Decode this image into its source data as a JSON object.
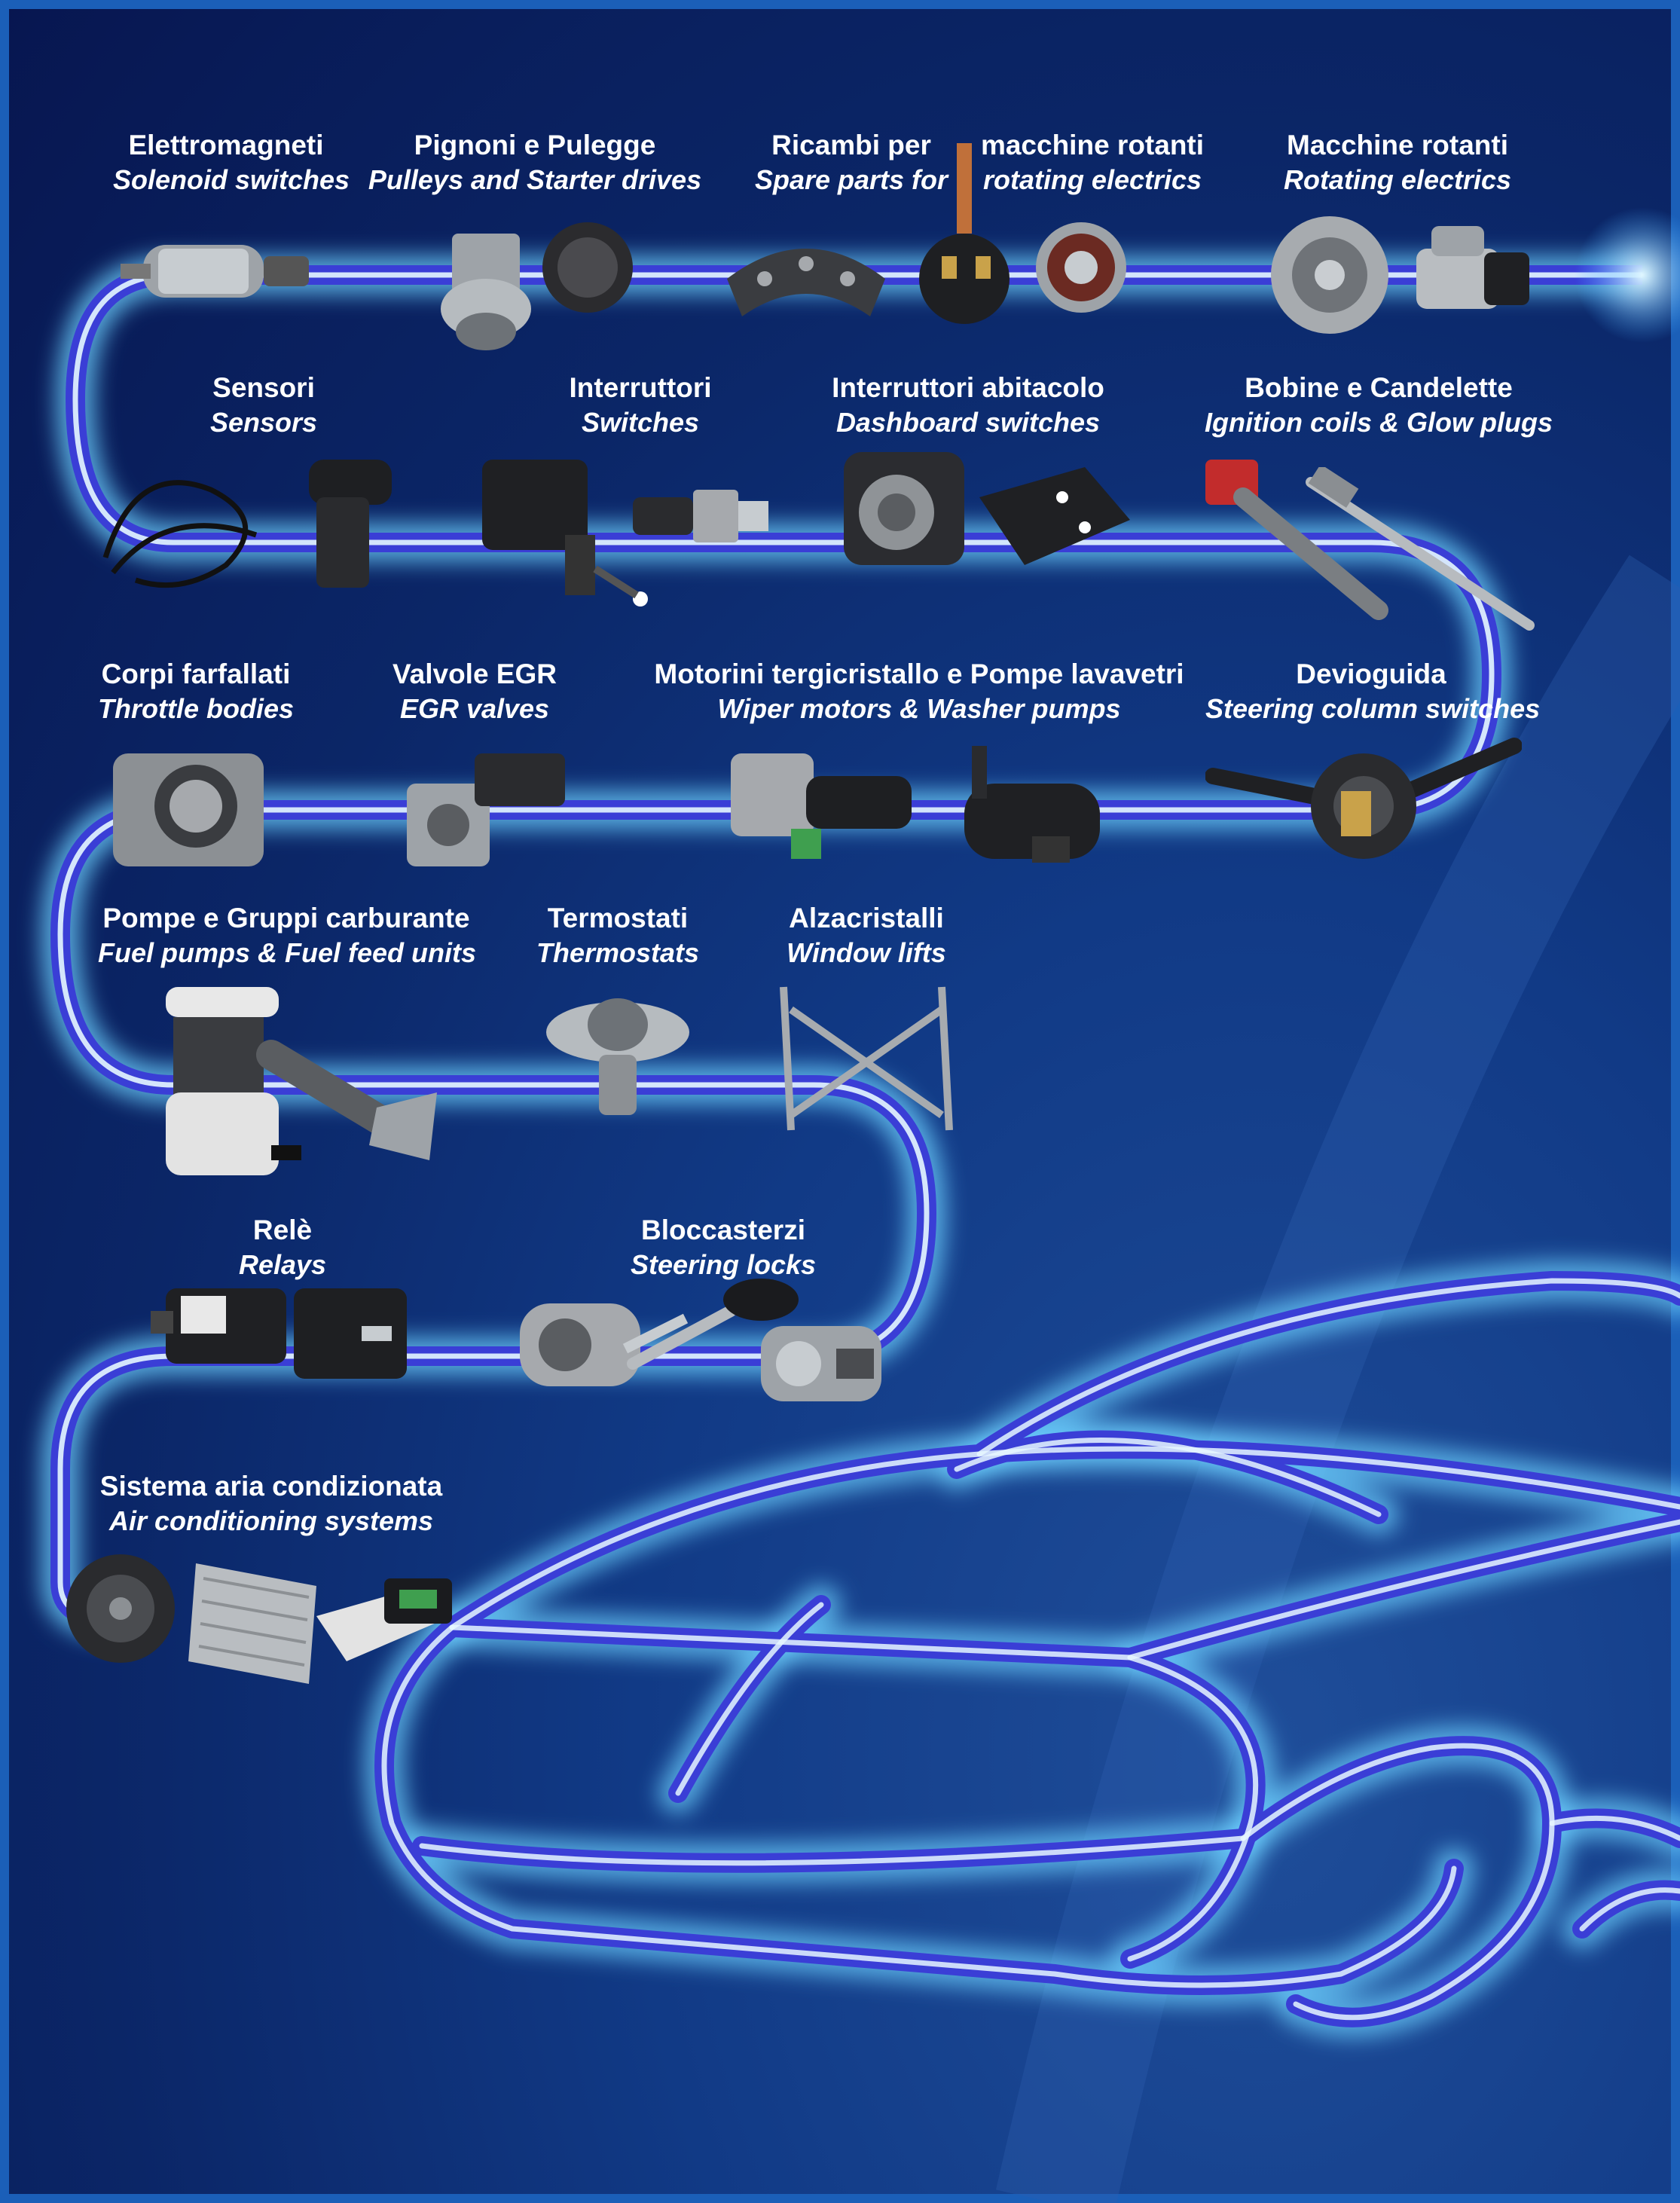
{
  "categories": [
    {
      "id": "solenoid",
      "it": "Elettromagneti",
      "en": "Solenoid switches",
      "icon": "solenoid-switch-icon"
    },
    {
      "id": "pulleys",
      "it": "Pignoni e Pulegge",
      "en": "Pulleys and Starter drives",
      "icon": "pulley-icon"
    },
    {
      "id": "spare",
      "it": "Ricambi per",
      "en": "Spare parts for",
      "icon": "rectifier-icon"
    },
    {
      "id": "spare2",
      "it": "macchine rotanti",
      "en": "rotating electrics",
      "icon": "bearing-icon"
    },
    {
      "id": "rotating",
      "it": "Macchine rotanti",
      "en": "Rotating electrics",
      "icon": "alternator-icon"
    },
    {
      "id": "sensors",
      "it": "Sensori",
      "en": "Sensors",
      "icon": "sensor-icon"
    },
    {
      "id": "switches",
      "it": "Interruttori",
      "en": "Switches",
      "icon": "switch-icon"
    },
    {
      "id": "dashboard",
      "it": "Interruttori abitacolo",
      "en": "Dashboard switches",
      "icon": "dashboard-switch-icon"
    },
    {
      "id": "ignition",
      "it": "Bobine e Candelette",
      "en": "Ignition coils & Glow plugs",
      "icon": "ignition-coil-icon"
    },
    {
      "id": "throttle",
      "it": "Corpi farfallati",
      "en": "Throttle bodies",
      "icon": "throttle-body-icon"
    },
    {
      "id": "egr",
      "it": "Valvole EGR",
      "en": "EGR valves",
      "icon": "egr-valve-icon"
    },
    {
      "id": "wiper",
      "it": "Motorini tergicristallo e Pompe lavavetri",
      "en": "Wiper motors & Washer pumps",
      "icon": "wiper-motor-icon"
    },
    {
      "id": "steering",
      "it": "Devioguida",
      "en": "Steering column switches",
      "icon": "steering-switch-icon"
    },
    {
      "id": "fuel",
      "it": "Pompe e Gruppi carburante",
      "en": "Fuel pumps & Fuel feed units",
      "icon": "fuel-pump-icon"
    },
    {
      "id": "thermostat",
      "it": "Termostati",
      "en": "Thermostats",
      "icon": "thermostat-icon"
    },
    {
      "id": "window",
      "it": "Alzacristalli",
      "en": "Window lifts",
      "icon": "window-lift-icon"
    },
    {
      "id": "relays",
      "it": "Relè",
      "en": "Relays",
      "icon": "relay-icon"
    },
    {
      "id": "locks",
      "it": "Bloccasterzi",
      "en": "Steering locks",
      "icon": "steering-lock-icon"
    },
    {
      "id": "ac",
      "it": "Sistema aria condizionata",
      "en": "Air conditioning systems",
      "icon": "ac-system-icon"
    }
  ],
  "colors": {
    "background": "#0b2667",
    "glow": "#7fd6ff",
    "tube": "#3b3fd0",
    "frame": "#1b5fb8"
  }
}
